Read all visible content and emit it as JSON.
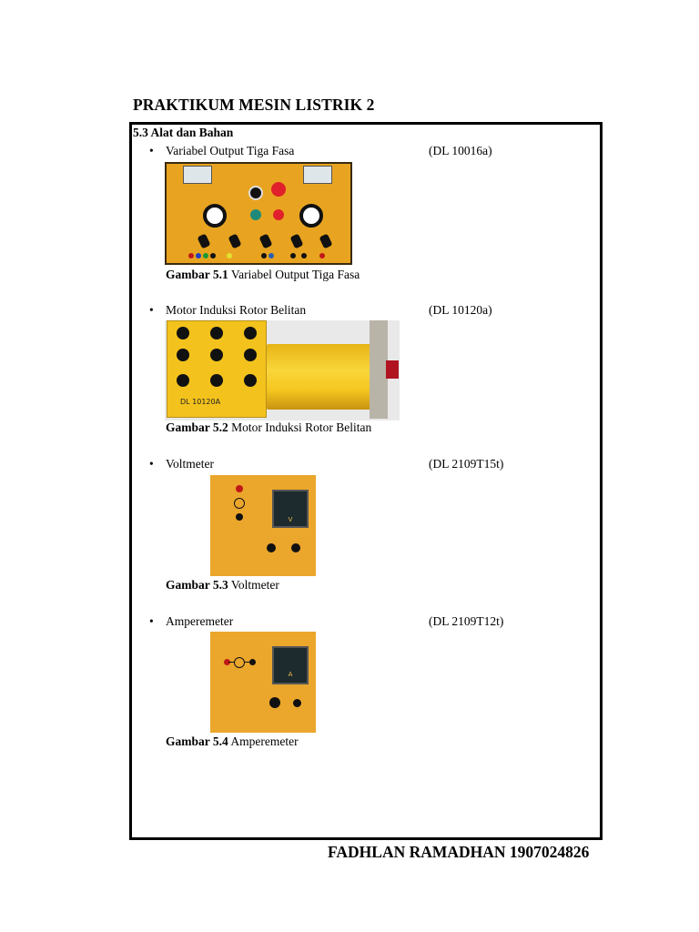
{
  "header": {
    "title": "PRAKTIKUM MESIN LISTRIK 2"
  },
  "section": {
    "heading": "5.3 Alat dan Bahan"
  },
  "items": [
    {
      "bullet": "•",
      "name": "Variabel Output Tiga Fasa",
      "code": "(DL 10016a)",
      "image": "three-phase-variable-output-panel",
      "caption_label": "Gambar 5.1",
      "caption_text": "Variabel Output Tiga Fasa"
    },
    {
      "bullet": "•",
      "name": "Motor Induksi Rotor Belitan",
      "code": "(DL 10120a)",
      "image": "wound-rotor-induction-motor",
      "image_label": "DL 10120A",
      "caption_label": "Gambar 5.2",
      "caption_text": "Motor Induksi Rotor Belitan"
    },
    {
      "bullet": "•",
      "name": "Voltmeter",
      "code": "(DL 2109T15t)",
      "image": "voltmeter-panel",
      "image_label": "V",
      "caption_label": "Gambar 5.3",
      "caption_text": "Voltmeter"
    },
    {
      "bullet": "•",
      "name": "Amperemeter",
      "code": "(DL 2109T12t)",
      "image": "amperemeter-panel",
      "image_label": "A",
      "caption_label": "Gambar 5.4",
      "caption_text": "Amperemeter"
    }
  ],
  "footer": {
    "author": "FADHLAN RAMADHAN 1907024826"
  }
}
